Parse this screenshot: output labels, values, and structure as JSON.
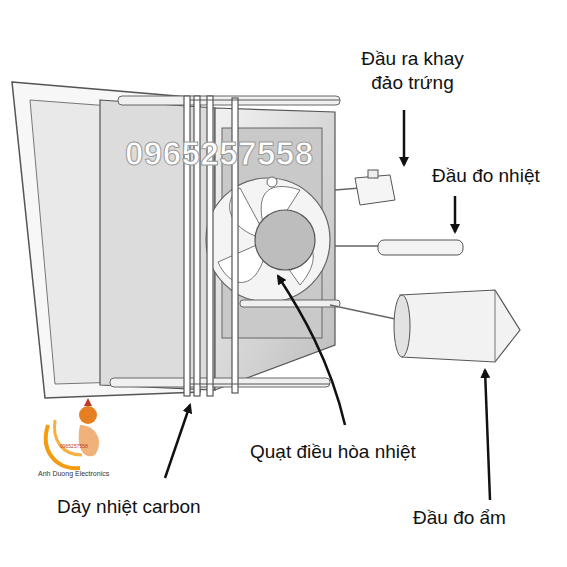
{
  "diagram": {
    "labels": [
      "Đầu ra khay đảo trứng",
      "Đầu đo nhiệt",
      "Quạt điều hòa nhiệt",
      "Dây nhiệt carbon",
      "Đầu đo ẩm",
      "0965257558",
      "Anh Duong Electronics",
      "0965257558"
    ]
  }
}
